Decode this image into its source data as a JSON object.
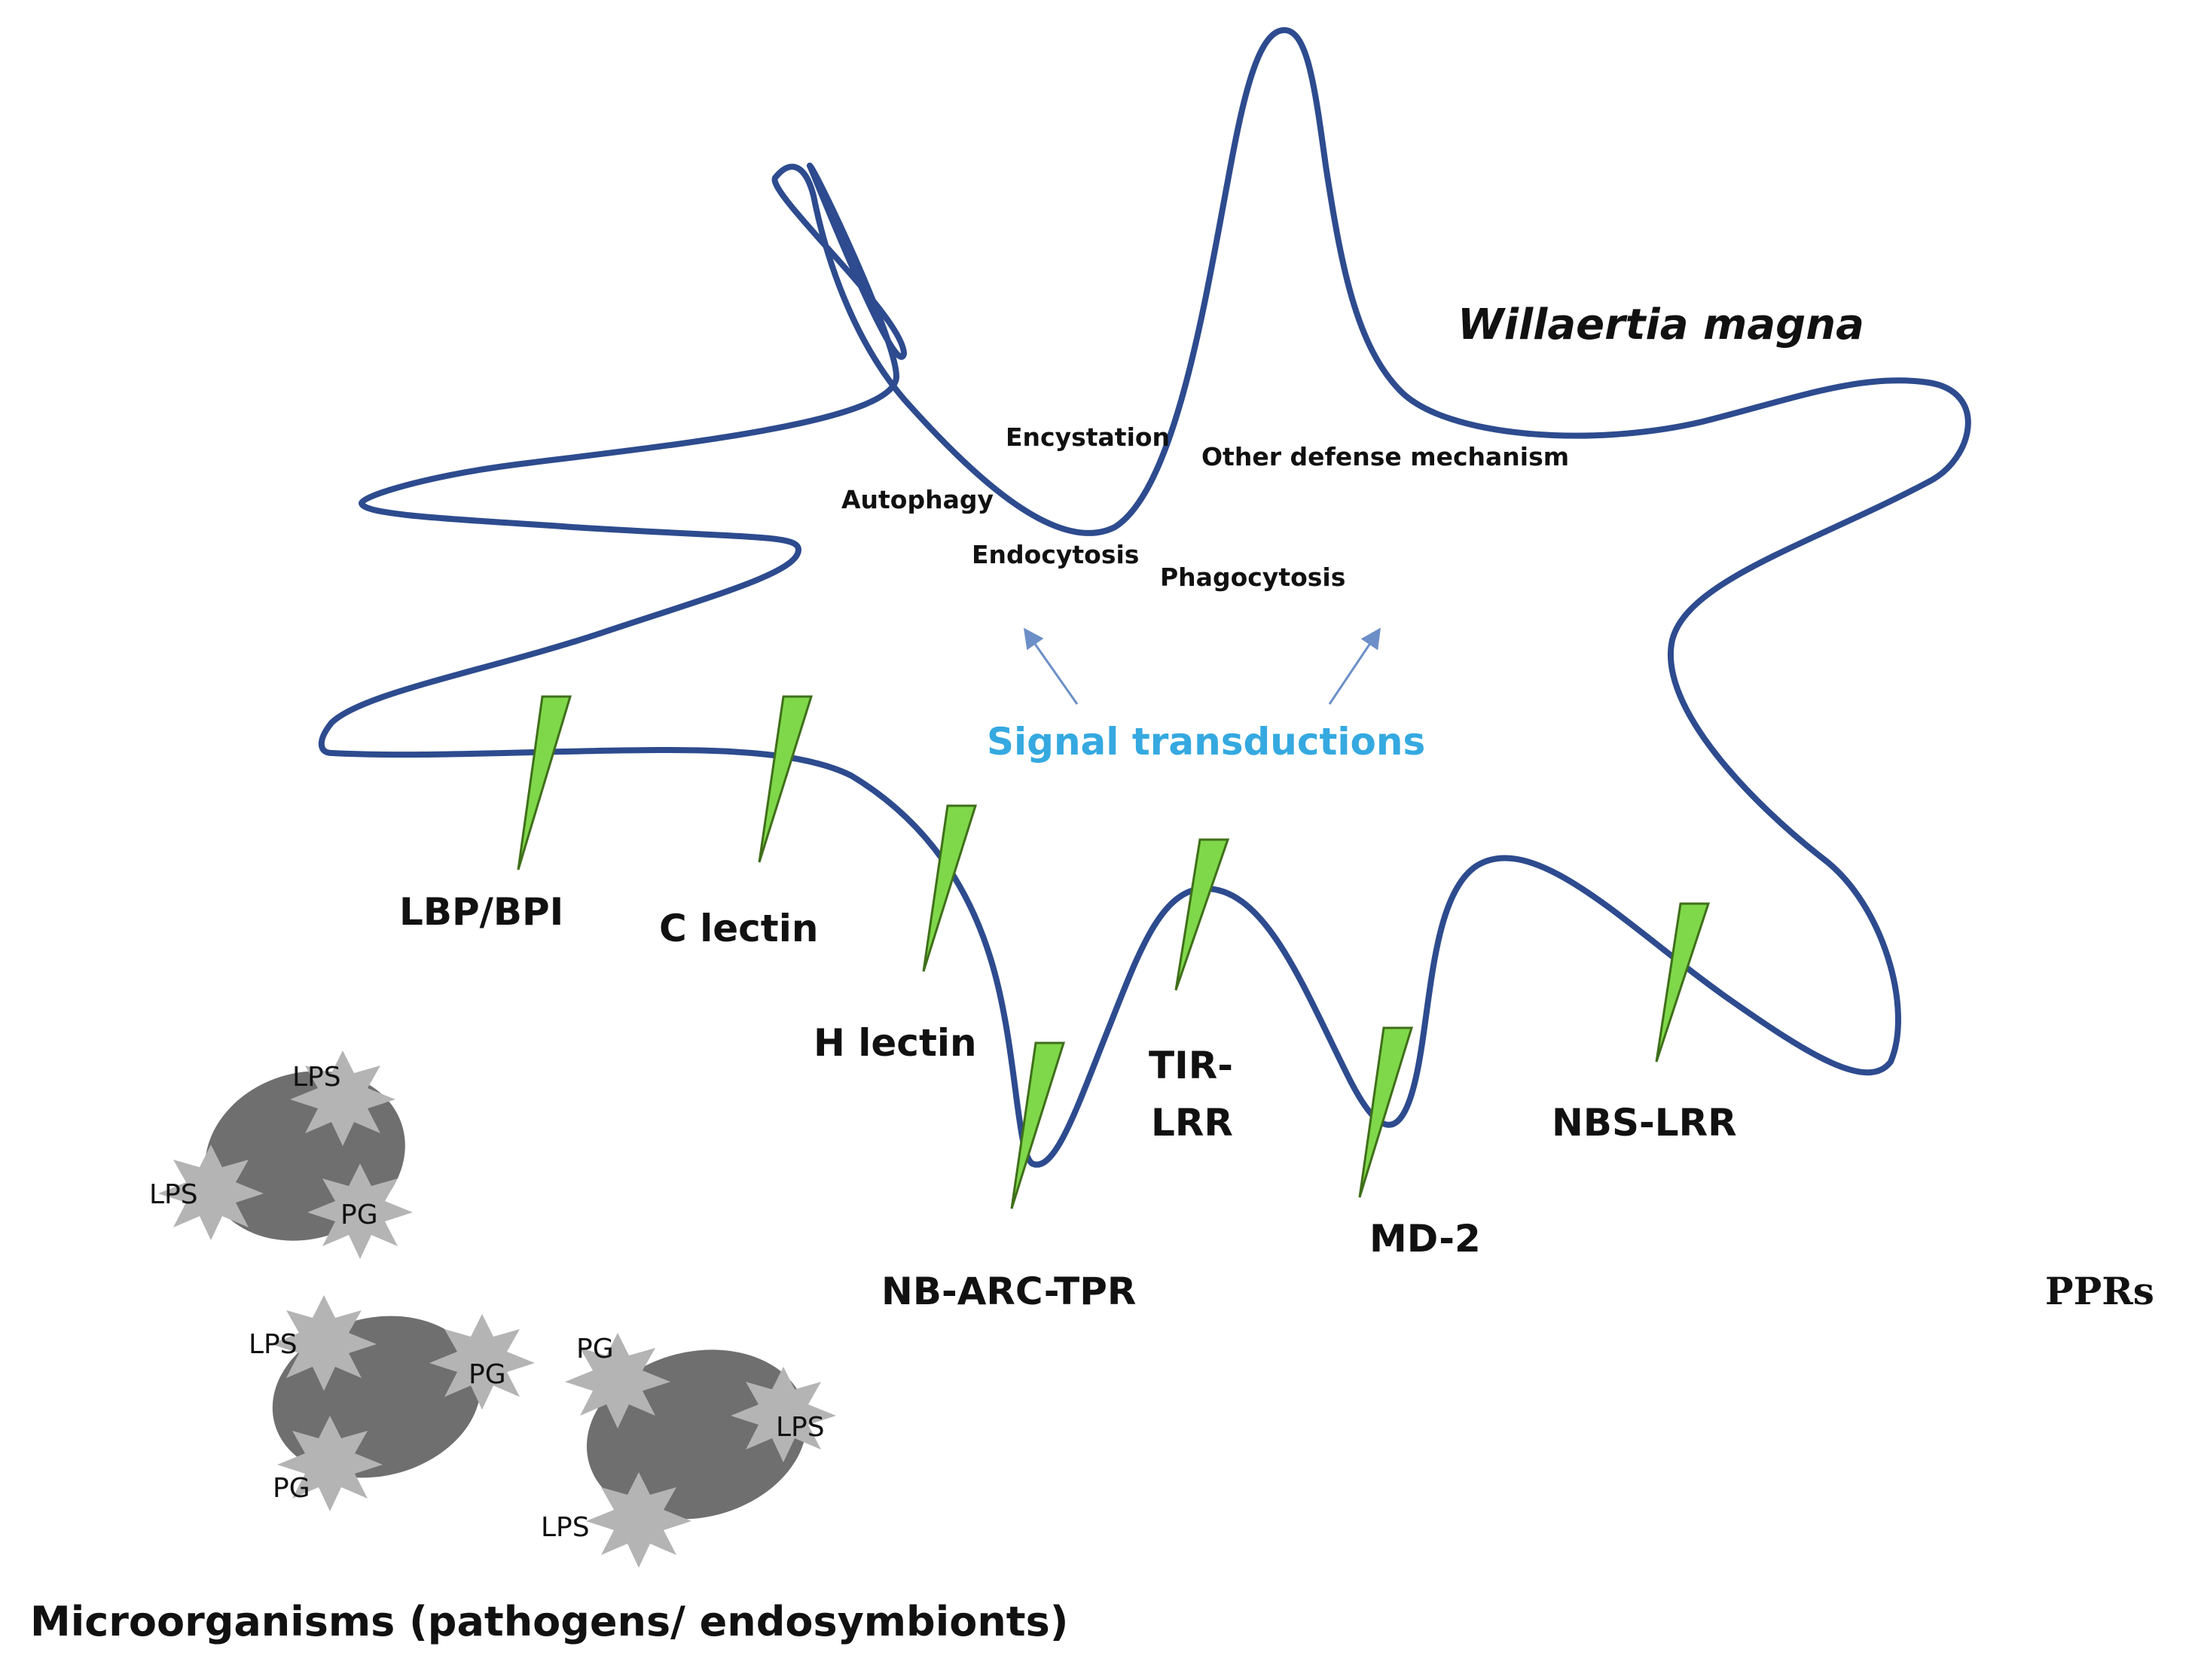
{
  "organism": "Willaertia magna",
  "processes": [
    "Encystation",
    "Other defense mechanism",
    "Autophagy",
    "Endocytosis",
    "Phagocytosis"
  ],
  "signal": "Signal transductions",
  "receptors": [
    "LBP/BPI",
    "C lectin",
    "H lectin",
    "NB-ARC-TPR",
    "TIR-",
    "LRR",
    "MD-2",
    "NBS-LRR"
  ],
  "receptor_group": "PPRs",
  "surface_molecules": {
    "lps": "LPS",
    "pg": "PG"
  },
  "microbes_caption": "Microorganisms (pathogens/ endosymbionts)",
  "colors": {
    "membrane": "#2d4b8e",
    "receptor_fill": "#7fd84a",
    "receptor_stroke": "#3f6f1a",
    "signal_text": "#35a9e0",
    "arrow": "#6d8fc7",
    "microbe_body": "#6f6f6f",
    "molecule_star": "#b4b4b4"
  }
}
